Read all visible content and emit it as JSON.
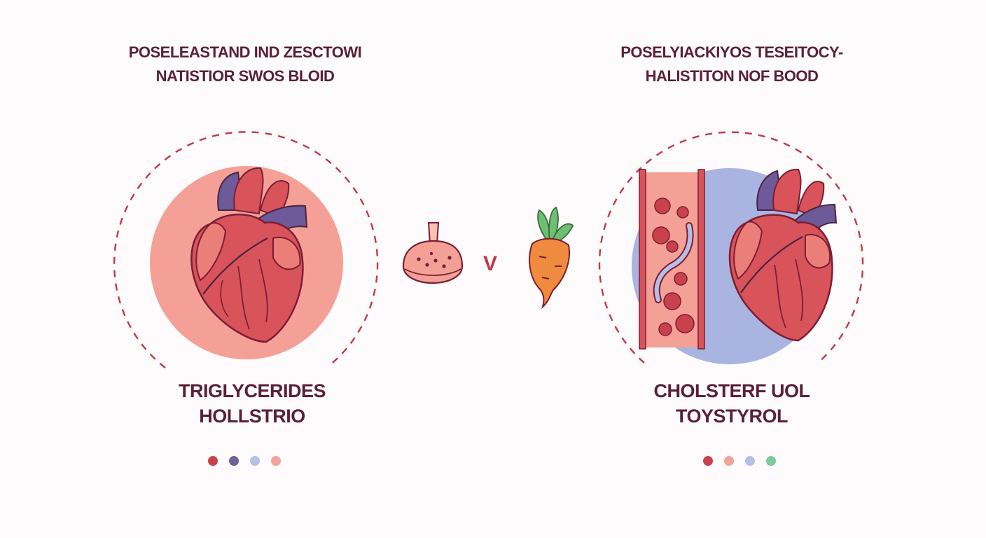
{
  "left_panel": {
    "heading": [
      "POSELEASTAND IND ZESCTOWI",
      "NATISTIOR SWOS BLOID"
    ],
    "label": [
      "TRIGLYCERIDES",
      "HOLLSTRIO"
    ],
    "dots": [
      "#c9424b",
      "#6e6399",
      "#b4c0e6",
      "#f2a49a"
    ]
  },
  "right_panel": {
    "heading": [
      "POSELYIACKIYOS TESEITOCY-",
      "HALISTITON NOF BOOD"
    ],
    "label": [
      "CHOLSTERF UOL",
      "TOYSTYROL"
    ],
    "dots": [
      "#c9424b",
      "#f2a49a",
      "#b4c0e6",
      "#7ccb9a"
    ]
  },
  "center": {
    "separator": "V",
    "icons": [
      "fat-bowl-icon",
      "carrot-icon"
    ]
  },
  "colors": {
    "text": "#5a1f37",
    "dashed_ring": "#c0394a",
    "heart_red": "#d9535a",
    "vessel_purple": "#6e5a99",
    "pink_bg": "#f4a096",
    "blue_bg": "#aab4e0"
  }
}
